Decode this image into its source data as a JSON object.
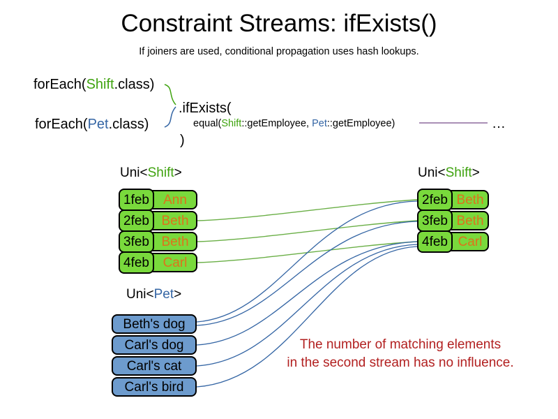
{
  "slide": {
    "title": "Constraint Streams: ifExists()",
    "subtitle": "If joiners are used, conditional propagation uses hash lookups."
  },
  "code": {
    "foreach_shift": {
      "pre": "forEach(",
      "cls": "Shift",
      "post": ".class)"
    },
    "foreach_pet": {
      "pre": "forEach(",
      "cls": "Pet",
      "post": ".class)"
    },
    "if_exists": ".ifExists(",
    "equal_line": {
      "pre": "equal(",
      "shift": "Shift",
      "mid": "::getEmployee, ",
      "pet": "Pet",
      "post": "::getEmployee)"
    },
    "ellipsis": "…",
    "close_paren": ")"
  },
  "left_shift_stream": {
    "label_pre": "Uni<",
    "label_cls": "Shift",
    "label_post": ">",
    "rows": [
      {
        "date": "1feb",
        "name": "Ann"
      },
      {
        "date": "2feb",
        "name": "Beth"
      },
      {
        "date": "3feb",
        "name": "Beth"
      },
      {
        "date": "4feb",
        "name": "Carl"
      }
    ]
  },
  "right_shift_stream": {
    "label_pre": "Uni<",
    "label_cls": "Shift",
    "label_post": ">",
    "rows": [
      {
        "date": "2feb",
        "name": "Beth"
      },
      {
        "date": "3feb",
        "name": "Beth"
      },
      {
        "date": "4feb",
        "name": "Carl"
      }
    ]
  },
  "pet_stream": {
    "label_pre": "Uni<",
    "label_cls": "Pet",
    "label_post": ">",
    "rows": [
      {
        "name": "Beth's dog"
      },
      {
        "name": "Carl's dog"
      },
      {
        "name": "Carl's cat"
      },
      {
        "name": "Carl's bird"
      }
    ]
  },
  "note": {
    "line1": "The number of matching elements",
    "line2": "in the second stream has no influence."
  },
  "colors": {
    "green_text": "#3fa30f",
    "green_fill": "#79d93c",
    "green_line": "#6aaf46",
    "orange_text": "#dd731c",
    "blue_text": "#3465a4",
    "blue_fill": "#6d9bcd",
    "blue_line": "#3465a4",
    "purple_line": "#8e6a9e",
    "red_text": "#b22020"
  }
}
